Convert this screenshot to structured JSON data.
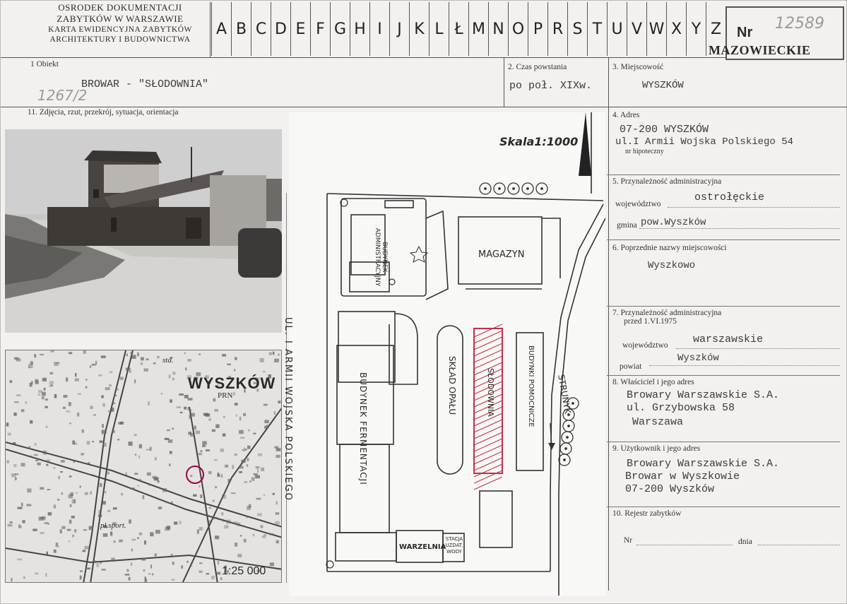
{
  "header": {
    "institution_1": "OSRODEK  DOKUMENTACJI",
    "institution_2": "ZABYTKÓW W WARSZAWIE",
    "card_type_1": "KARTA EWIDENCYJNA ZABYTKÓW",
    "card_type_2": "ARCHITEKTURY I BUDOWNICTWA",
    "letters": [
      "A",
      "B",
      "C",
      "D",
      "E",
      "F",
      "G",
      "H",
      "I",
      "J",
      "K",
      "L",
      "Ł",
      "M",
      "N",
      "O",
      "P",
      "R",
      "S",
      "T",
      "U",
      "V",
      "W",
      "X",
      "Y",
      "Z"
    ],
    "nr_label": "Nr",
    "nr_value": "12589",
    "voivodeship": "MAZOWIECKIE"
  },
  "fields": {
    "f1_label": "1  Obiekt",
    "f1_value": "BROWAR - \"SŁODOWNIA\"",
    "f1_hand": "1267/2",
    "f2_label": "2.  Czas powstania",
    "f2_value": "po poł. XIXw.",
    "f3_label": "3.  Miejscowość",
    "f3_value": "WYSZKÓW",
    "f11_label": "11.  Zdjęcia, rzut, przekrój, sytuacja, orientacja",
    "f4_label": "4.  Adres",
    "f4_line1": "07-200  WYSZKÓW",
    "f4_line2": "ul.I Armii Wojska Polskiego 54",
    "f4_sub": "nr hipoteczny",
    "f5_label": "5.  Przynależność administracyjna",
    "f5_woj_label": "województwo",
    "f5_woj_value": "ostrołęckie",
    "f5_gmina_label": "gmina",
    "f5_gmina_value": "pow.Wyszków",
    "f6_label": "6.  Poprzednie nazwy miejscowości",
    "f6_value": "Wyszkowo",
    "f7_label": "7.  Przynależność administracyjna",
    "f7_label2": "przed 1.VI.1975",
    "f7_woj_label": "województwo",
    "f7_woj_value": "warszawskie",
    "f7_pow_label": "powiat",
    "f7_pow_value": "Wyszków",
    "f8_label": "8.  Właściciel i jego adres",
    "f8_line1": "Browary Warszawskie S.A.",
    "f8_line2": "ul. Grzybowska 58",
    "f8_line3": "Warszawa",
    "f9_label": "9.  Użytkownik i jego adres",
    "f9_line1": "Browary Warszawskie S.A.",
    "f9_line2": "Browar w Wyszkowie",
    "f9_line3": "07-200 Wyszków",
    "f10_label": "10.  Rejestr zabytków",
    "f10_nr": "Nr",
    "f10_dnia": "dnia"
  },
  "map": {
    "title": "WYSZKÓW",
    "prn": "PRN",
    "std": "std.",
    "sport": "pl.sport.",
    "scale": "1:25 000"
  },
  "plan": {
    "scale": "Skala1:1000",
    "street": "UL. I ARMII WOJSKA POLSKIEGO",
    "stream": "STRUNYK",
    "magazyn": "MAGAZYN",
    "admin": "BUDYNEK ADMINISTRACYJNY",
    "ferment": "BUDYNEK FERMENTACJI",
    "opal": "SKŁAD OPAŁU",
    "slodownia": "SŁODOWNIA",
    "pomocnicze": "BUDYNKI POMOCNICZE",
    "warzelnia": "WARZELNIA",
    "stacja": "STACJA UZDAT. WODY"
  }
}
